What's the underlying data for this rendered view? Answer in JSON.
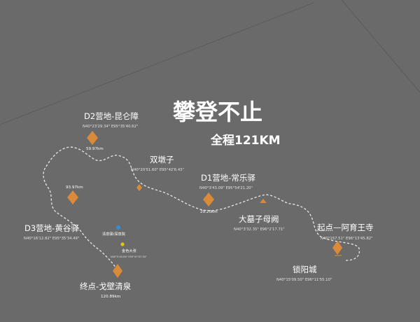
{
  "title": "攀登不止",
  "subtitle": "全程121KM",
  "colors": {
    "background": "#6a6a6a",
    "marker": "#d98b3a",
    "route": "#e8e8e8",
    "poi_blue": "#2f8fd8",
    "poi_yellow": "#e8c21a"
  },
  "waypoints": {
    "d2": {
      "name": "D2营地-昆仑障",
      "coord": "N40°23'29.34\" E95°35'40.62\"",
      "km": "59.97km"
    },
    "shuangdunzi": {
      "name": "双墩子",
      "coord": "N40°20'51.60\" E95°42'6.43\""
    },
    "d1": {
      "name": "D1营地-常乐驿",
      "coord": "N40°3'43.09\" E95°54'21.20\"",
      "km": "29.20km"
    },
    "d3": {
      "name": "D3营地-黄谷驿",
      "coord": "N40°16'12.82\" E95°35'34.49\"",
      "km": "93.97km"
    },
    "damuzi": {
      "name": "大墓子母阙",
      "coord": "N40°3'32.35\" E96°2'17.71\""
    },
    "start": {
      "name": "起点—阿育王寺",
      "coord": "N40°157.51\" E96°13'45.82\""
    },
    "suoyang": {
      "name": "锁阳城",
      "coord": "N40°15'09.50\" E96°11'55.10\""
    },
    "finish": {
      "name": "终点-戈壁清泉",
      "km": "120.89km"
    }
  },
  "pois": {
    "spring": {
      "name": "清泉驿/深泉院",
      "icon": "blue-dot"
    },
    "jinse": {
      "name": "金色大张",
      "coord": "N40°5'40.06\" E95°47'47.34\"",
      "icon": "yellow-dot"
    }
  }
}
